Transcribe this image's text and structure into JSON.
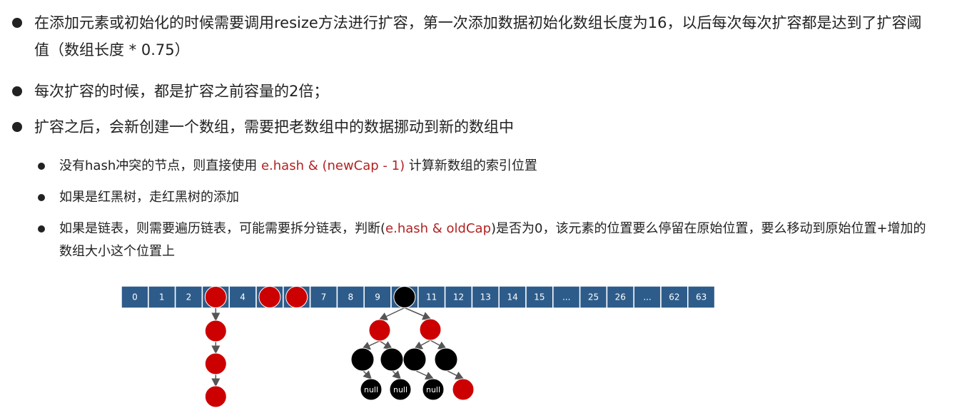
{
  "bullets": [
    {
      "text": "在添加元素或初始化的时候需要调用resize方法进行扩容，第一次添加数据初始化数组长度为16，以后每次每次扩容都是达到了扩容阈值（数组长度 * 0.75）"
    },
    {
      "text": "每次扩容的时候，都是扩容之前容量的2倍；"
    },
    {
      "text": "扩容之后，会新创建一个数组，需要把老数组中的数据挪动到新的数组中"
    }
  ],
  "sub_bullets": [
    {
      "before": "没有hash冲突的节点，则直接使用 ",
      "highlight": "e.hash & (newCap - 1)",
      "after": " 计算新数组的索引位置"
    },
    {
      "before": "如果是红黑树，走红黑树的添加",
      "highlight": "",
      "after": ""
    },
    {
      "before": "如果是链表，则需要遍历链表，可能需要拆分链表，判断(",
      "highlight": "e.hash & oldCap",
      "after": ")是否为0，该元素的位置要么停留在原始位置，要么移动到原始位置+增加的数组大小这个位置上"
    }
  ],
  "diagram": {
    "cells": [
      "0",
      "1",
      "2",
      "",
      "4",
      "",
      "",
      "7",
      "8",
      "9",
      "",
      "11",
      "12",
      "13",
      "14",
      "15",
      "...",
      "25",
      "26",
      "...",
      "62",
      "63"
    ],
    "null_label": "null",
    "colors": {
      "cell_bg": "#2e5c8a",
      "red_node": "#cc0000",
      "black_node": "#000000",
      "highlight_text": "#b22222"
    }
  }
}
